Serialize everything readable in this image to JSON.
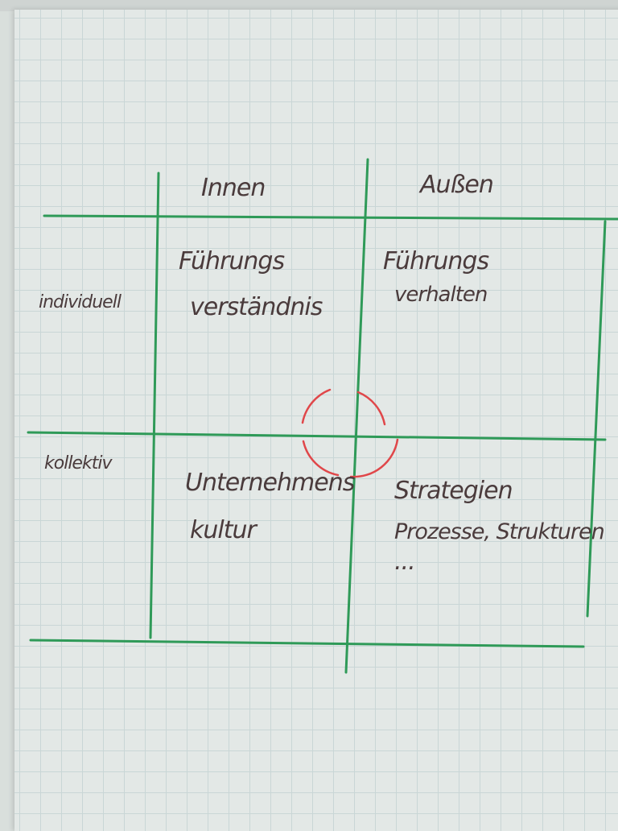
{
  "columns": [
    "Innen",
    "Außen"
  ],
  "rows": [
    "individuell",
    "kollektiv"
  ],
  "cells": {
    "individuell_innen": [
      "Führungs",
      "verständnis"
    ],
    "individuell_aussen": [
      "Führungs",
      "verhalten"
    ],
    "kollektiv_innen": [
      "Unternehmens",
      "kultur"
    ],
    "kollektiv_aussen": [
      "Strategien",
      "Prozesse, Strukturen",
      "..."
    ]
  },
  "colors": {
    "grid_lines": "#2f9a58",
    "ink": "#4a3b3c",
    "circle": "#e0474a"
  }
}
